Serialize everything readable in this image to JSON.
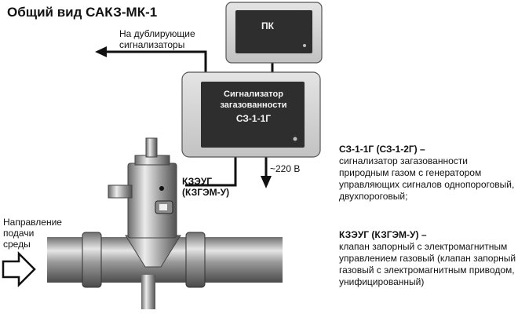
{
  "title": "Общий вид САКЗ-МК-1",
  "pc": {
    "label": "ПК"
  },
  "signalizer": {
    "label": "Сигнализатор загазованности",
    "model": "СЗ-1-1Г"
  },
  "annotations": {
    "duplicate_signalizers": "На дублирующие сигнализаторы",
    "voltage": "~220 В",
    "valve_code": "КЗЭУГ\n(КЗГЭМ-У)",
    "flow_direction": "Направление подачи среды"
  },
  "descriptions": {
    "signalizer": {
      "title": "СЗ-1-1Г (СЗ-1-2Г) –",
      "text": "сигнализатор загазованности природным газом с генератором управляющих сигналов однопороговый, двухпороговый;"
    },
    "valve": {
      "title": "КЗЭУГ (КЗГЭМ-У) –",
      "text": "клапан запорный с электромагнитным управлением газовый (клапан запорный газовый с электромагнитным приводом, унифицированный)"
    }
  },
  "colors": {
    "device_gray": "#d2d2d2",
    "screen_dark": "#2e2e2e",
    "metal": "#a8a8a8",
    "wire": "#111111"
  }
}
